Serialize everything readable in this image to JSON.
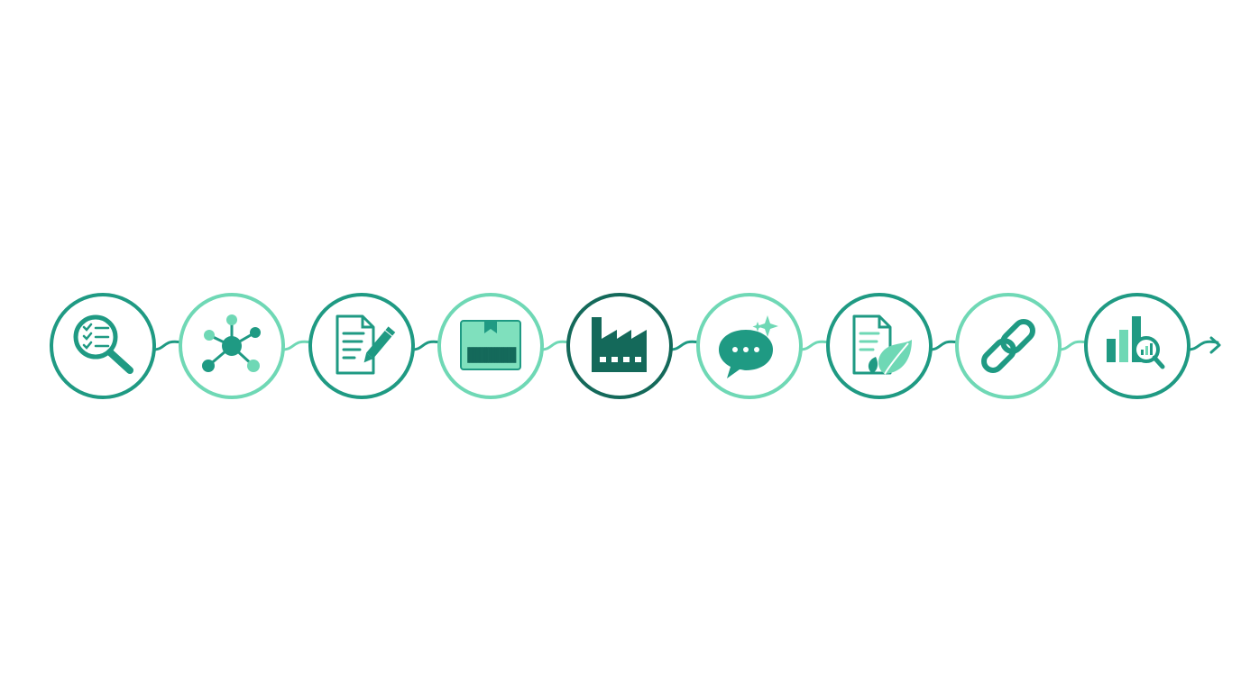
{
  "colors": {
    "background": "#ffffff",
    "teal": "#1f9a83",
    "mint": "#6fd8b5",
    "dark": "#14695a",
    "mint_fill": "#7fe0bd"
  },
  "steps": [
    {
      "icon": "search-checklist-icon",
      "ring": "teal"
    },
    {
      "icon": "network-nodes-icon",
      "ring": "mint"
    },
    {
      "icon": "document-edit-icon",
      "ring": "teal"
    },
    {
      "icon": "barcode-package-icon",
      "ring": "mint"
    },
    {
      "icon": "factory-icon",
      "ring": "dark"
    },
    {
      "icon": "chat-sparkle-icon",
      "ring": "mint"
    },
    {
      "icon": "eco-document-icon",
      "ring": "teal"
    },
    {
      "icon": "chain-link-icon",
      "ring": "mint"
    },
    {
      "icon": "analytics-search-icon",
      "ring": "teal"
    }
  ],
  "end_icon": "arrow-right-icon"
}
